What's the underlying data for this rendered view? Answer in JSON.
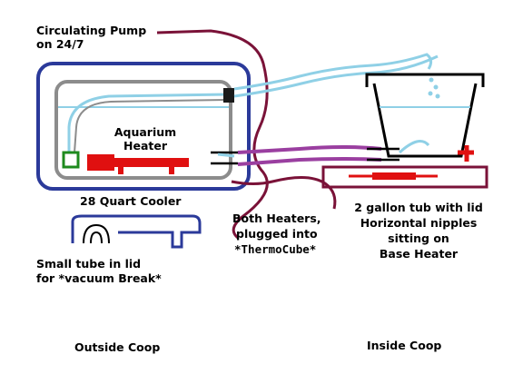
{
  "labels": {
    "pump_line1": "Circulating Pump",
    "pump_line2": "on 24/7",
    "heater_line1": "Aquarium",
    "heater_line2": "Heater",
    "cooler": "28 Quart Cooler",
    "tub_line1": "2 gallon tub with lid",
    "tub_line2": "Horizontal nipples",
    "tub_line3": "sitting on",
    "tub_line4": "Base Heater",
    "both_line1": "Both Heaters,",
    "both_line2": "plugged into",
    "both_line3": "*ThermoCube*",
    "smalltube_line1": "Small tube in lid",
    "smalltube_line2": "for *vacuum Break*",
    "outside": "Outside Coop",
    "inside": "Inside Coop"
  },
  "colors": {
    "cooler": "#2b3a9a",
    "inner_box": "#8c8c8c",
    "water": "#8fd0e6",
    "cord": "#7a1238",
    "hose": "#9a3fa0",
    "heater": "#e01010",
    "pump": "#1e8a1e",
    "tub": "#000000",
    "base_heater": "#7a1238"
  }
}
